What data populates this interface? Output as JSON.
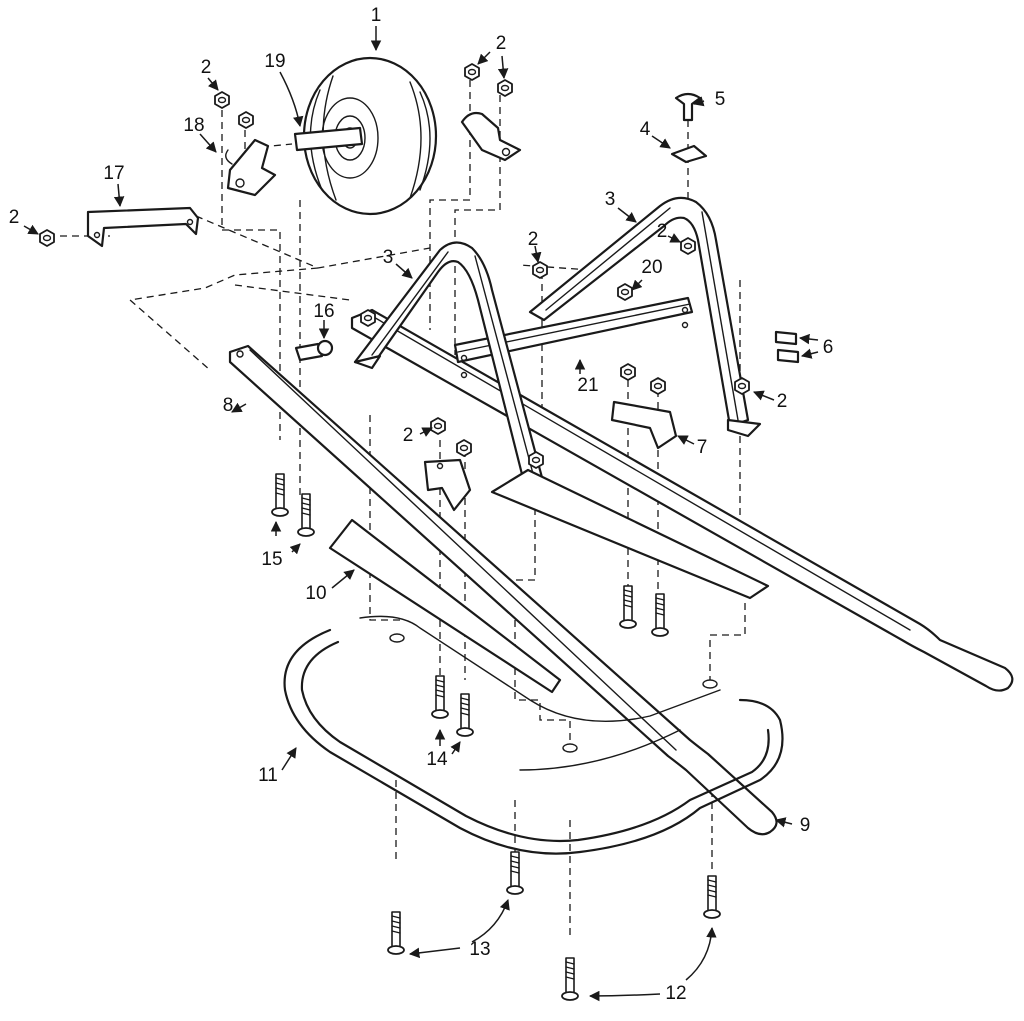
{
  "colors": {
    "ink": "#1a1a1a",
    "background": "#ffffff"
  },
  "callouts": [
    {
      "id": "c1",
      "text": "1"
    },
    {
      "id": "c2a",
      "text": "2"
    },
    {
      "id": "c2b",
      "text": "2"
    },
    {
      "id": "c2c",
      "text": "2"
    },
    {
      "id": "c2d",
      "text": "2"
    },
    {
      "id": "c2e",
      "text": "2"
    },
    {
      "id": "c2f",
      "text": "2"
    },
    {
      "id": "c2g",
      "text": "2"
    },
    {
      "id": "c3a",
      "text": "3"
    },
    {
      "id": "c3b",
      "text": "3"
    },
    {
      "id": "c4",
      "text": "4"
    },
    {
      "id": "c5",
      "text": "5"
    },
    {
      "id": "c6",
      "text": "6"
    },
    {
      "id": "c7",
      "text": "7"
    },
    {
      "id": "c8",
      "text": "8"
    },
    {
      "id": "c9",
      "text": "9"
    },
    {
      "id": "c10",
      "text": "10"
    },
    {
      "id": "c11",
      "text": "11"
    },
    {
      "id": "c12",
      "text": "12"
    },
    {
      "id": "c13",
      "text": "13"
    },
    {
      "id": "c14",
      "text": "14"
    },
    {
      "id": "c15",
      "text": "15"
    },
    {
      "id": "c16",
      "text": "16"
    },
    {
      "id": "c17",
      "text": "17"
    },
    {
      "id": "c18",
      "text": "18"
    },
    {
      "id": "c19",
      "text": "19"
    },
    {
      "id": "c20",
      "text": "20"
    },
    {
      "id": "c21",
      "text": "21"
    }
  ]
}
